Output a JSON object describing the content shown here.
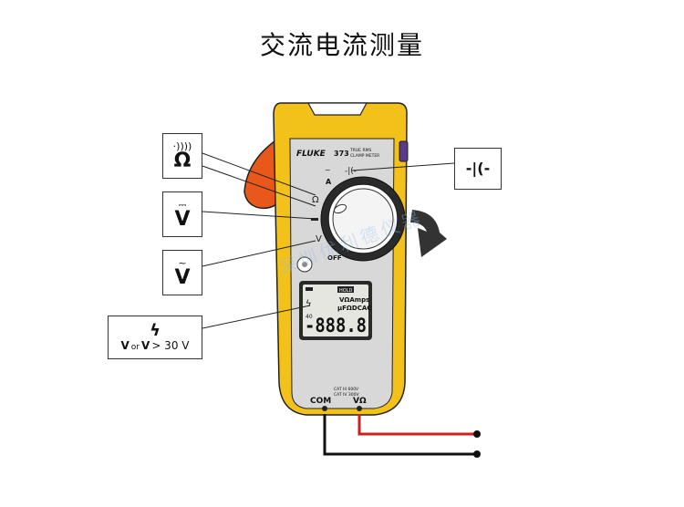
{
  "title": "交流电流测量",
  "meter": {
    "brand": "FLUKE",
    "model": "373",
    "subtitle_line1": "TRUE RMS",
    "subtitle_line2": "CLAMP METER",
    "dial_label_a": "A",
    "dial_label_off": "OFF",
    "lcd_hold": "HOLD",
    "lcd_units_line1": "VΩAmps",
    "lcd_units_line2": "μFΩDCAC",
    "lcd_digits": "-888.8",
    "lcd_scale": "40",
    "com_label": "COM",
    "vohm_label": "VΩ",
    "cat_line1": "CAT III 600V",
    "cat_line2": "CAT IV 300V"
  },
  "callouts": {
    "continuity_ohm": {
      "top": "·))))",
      "bottom": "Ω"
    },
    "dc_volts": {
      "top": "⎓",
      "bottom": "V"
    },
    "ac_volts": {
      "top": "~",
      "bottom": "V"
    },
    "hazard": {
      "symbol": "ϟ",
      "line_a": "V",
      "line_or": "or",
      "line_b": "V",
      "line_gt": "> 30 V"
    },
    "capacitance": {
      "symbol": "-|(-"
    }
  },
  "watermark": "深圳优利德仪器",
  "colors": {
    "meter_yellow": "#f2c21b",
    "meter_body_gray": "#d8d8d8",
    "jaw_orange": "#e8581a",
    "rotation_arrow": "#333333",
    "lead_red": "#cc1f1f",
    "lead_black": "#111111"
  }
}
